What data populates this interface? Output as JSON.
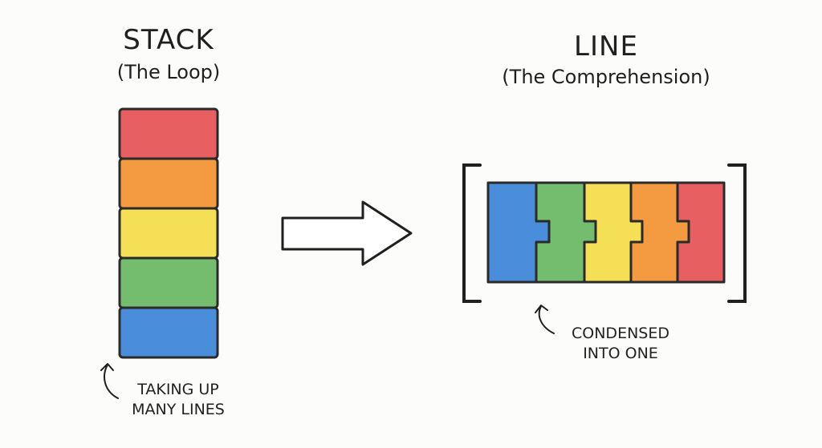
{
  "stack": {
    "title": "STACK",
    "subtitle": "(The Loop)",
    "note_line1": "TAKING UP",
    "note_line2": "MANY LINES",
    "blocks": [
      {
        "color": "#e85f61"
      },
      {
        "color": "#f49a40"
      },
      {
        "color": "#f5df57"
      },
      {
        "color": "#75bd6e"
      },
      {
        "color": "#4a8edb"
      }
    ]
  },
  "line": {
    "title": "LINE",
    "subtitle": "(The Comprehension)",
    "note_line1": "CONDENSED",
    "note_line2": "INTO ONE",
    "pieces": [
      {
        "color": "#4a8edb"
      },
      {
        "color": "#75bd6e"
      },
      {
        "color": "#f5df57"
      },
      {
        "color": "#f49a40"
      },
      {
        "color": "#e85f61"
      }
    ]
  },
  "colors": {
    "ink": "#1f1f1f",
    "background": "#fcfcfb"
  }
}
